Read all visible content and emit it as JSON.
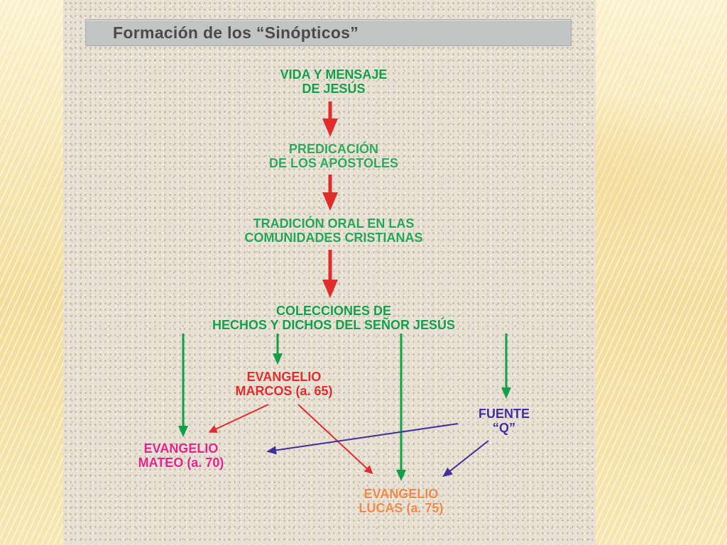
{
  "title": "Formación de los “Sinópticos”",
  "colors": {
    "green": "#11a04a",
    "red": "#e22b2b",
    "magenta": "#e2248f",
    "orange": "#f08a4b",
    "purple": "#3f2f9f",
    "title_text": "#4a4a4a"
  },
  "nodes": {
    "vida": {
      "line1": "VIDA Y MENSAJE",
      "line2": "DE JESÚS"
    },
    "predicacion": {
      "line1": "PREDICACIÓN",
      "line2": "DE LOS APÓSTOLES"
    },
    "tradicion": {
      "line1": "TRADICIÓN ORAL EN LAS",
      "line2": "COMUNIDADES CRISTIANAS"
    },
    "colecciones": {
      "line1": "COLECCIONES DE",
      "line2": "HECHOS Y DICHOS DEL SEÑOR JESÚS"
    },
    "marcos": {
      "line1": "EVANGELIO",
      "line2": "MARCOS (a. 65)"
    },
    "fuente_q": {
      "line1": "FUENTE",
      "line2": "“Q”"
    },
    "mateo": {
      "line1": "EVANGELIO",
      "line2": "MATEO (a. 70)"
    },
    "lucas": {
      "line1": "EVANGELIO",
      "line2": "LUCAS (a. 75)"
    }
  },
  "edges": [
    {
      "from": "vida",
      "to": "predicacion",
      "color": "red"
    },
    {
      "from": "predicacion",
      "to": "tradicion",
      "color": "red"
    },
    {
      "from": "tradicion",
      "to": "colecciones",
      "color": "red"
    },
    {
      "from": "colecciones",
      "to": "mateo",
      "color": "green"
    },
    {
      "from": "colecciones",
      "to": "marcos",
      "color": "green"
    },
    {
      "from": "colecciones",
      "to": "lucas",
      "color": "green"
    },
    {
      "from": "colecciones",
      "to": "fuente_q",
      "color": "green"
    },
    {
      "from": "marcos",
      "to": "mateo",
      "color": "red"
    },
    {
      "from": "marcos",
      "to": "lucas",
      "color": "red"
    },
    {
      "from": "fuente_q",
      "to": "mateo",
      "color": "purple"
    },
    {
      "from": "fuente_q",
      "to": "lucas",
      "color": "purple"
    }
  ]
}
